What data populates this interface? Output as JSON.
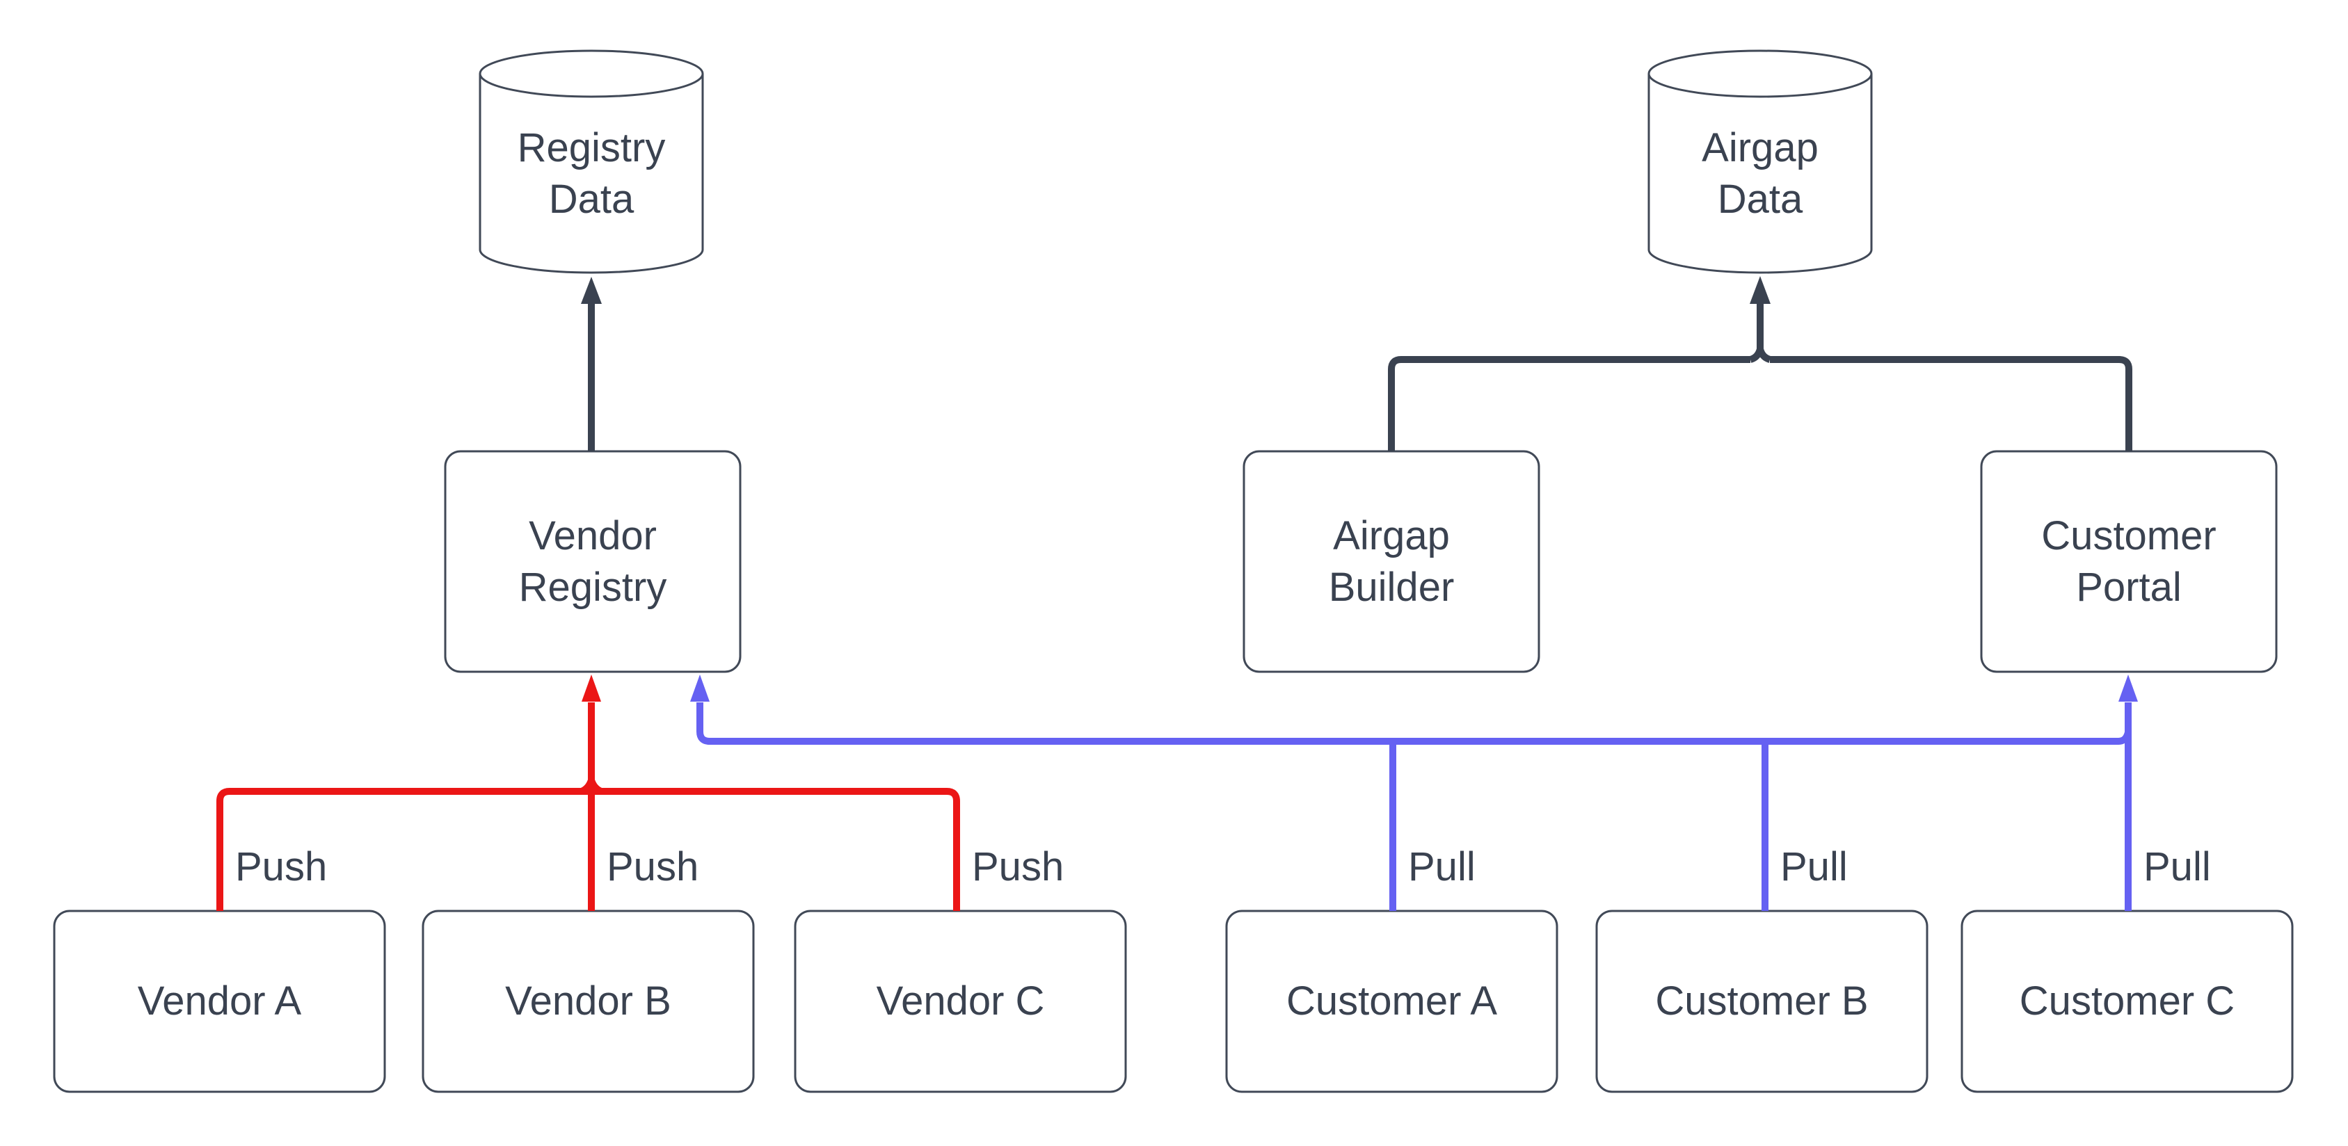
{
  "colors": {
    "dark": "#3a4250",
    "red": "#eb1616",
    "blue": "#6561f2",
    "border": "#414957",
    "background": "#ffffff"
  },
  "nodes": {
    "registry_data": {
      "type": "cylinder",
      "lines": [
        "Registry",
        "Data"
      ]
    },
    "airgap_data": {
      "type": "cylinder",
      "lines": [
        "Airgap",
        "Data"
      ]
    },
    "vendor_registry": {
      "type": "box",
      "lines": [
        "Vendor",
        "Registry"
      ]
    },
    "airgap_builder": {
      "type": "box",
      "lines": [
        "Airgap",
        "Builder"
      ]
    },
    "customer_portal": {
      "type": "box",
      "lines": [
        "Customer",
        "Portal"
      ]
    },
    "vendor_a": {
      "type": "box",
      "label": "Vendor A"
    },
    "vendor_b": {
      "type": "box",
      "label": "Vendor B"
    },
    "vendor_c": {
      "type": "box",
      "label": "Vendor C"
    },
    "customer_a": {
      "type": "box",
      "label": "Customer A"
    },
    "customer_b": {
      "type": "box",
      "label": "Customer B"
    },
    "customer_c": {
      "type": "box",
      "label": "Customer C"
    }
  },
  "edges": [
    {
      "from": "Vendor Registry",
      "to": "Registry Data",
      "label": "",
      "color": "dark"
    },
    {
      "from": "Airgap Builder",
      "to": "Airgap Data",
      "label": "",
      "color": "dark"
    },
    {
      "from": "Customer Portal",
      "to": "Airgap Data",
      "label": "",
      "color": "dark"
    },
    {
      "from": "Vendor A",
      "to": "Vendor Registry",
      "label": "Push",
      "color": "red"
    },
    {
      "from": "Vendor B",
      "to": "Vendor Registry",
      "label": "Push",
      "color": "red"
    },
    {
      "from": "Vendor C",
      "to": "Vendor Registry",
      "label": "Push",
      "color": "red"
    },
    {
      "from": "Customer A",
      "to": "Vendor Registry",
      "label": "Pull",
      "color": "blue"
    },
    {
      "from": "Customer B",
      "to": "Vendor Registry",
      "label": "Pull",
      "color": "blue"
    },
    {
      "from": "Customer C",
      "to": "Customer Portal",
      "label": "Pull",
      "color": "blue"
    }
  ]
}
